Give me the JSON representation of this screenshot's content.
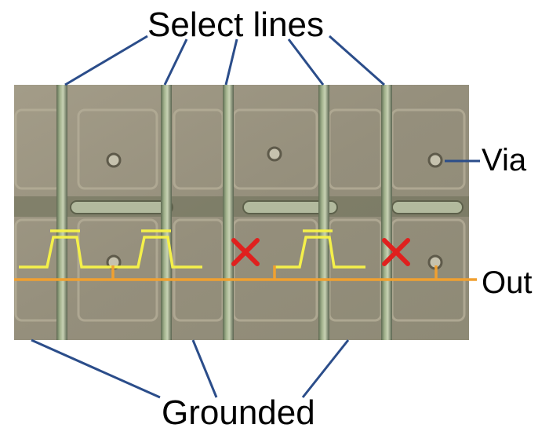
{
  "labels": {
    "select_lines": "Select lines",
    "via": "Via",
    "out": "Out",
    "grounded": "Grounded"
  },
  "colors": {
    "photo_background": "#9a9480",
    "select_line": "#7f8a70",
    "annotation_line": "#2b4d8a",
    "signal_yellow": "#f4f04a",
    "out_line": "#f0a030",
    "x_mark": "#e0201e"
  },
  "icons": {
    "blocked": "x-mark-icon"
  }
}
